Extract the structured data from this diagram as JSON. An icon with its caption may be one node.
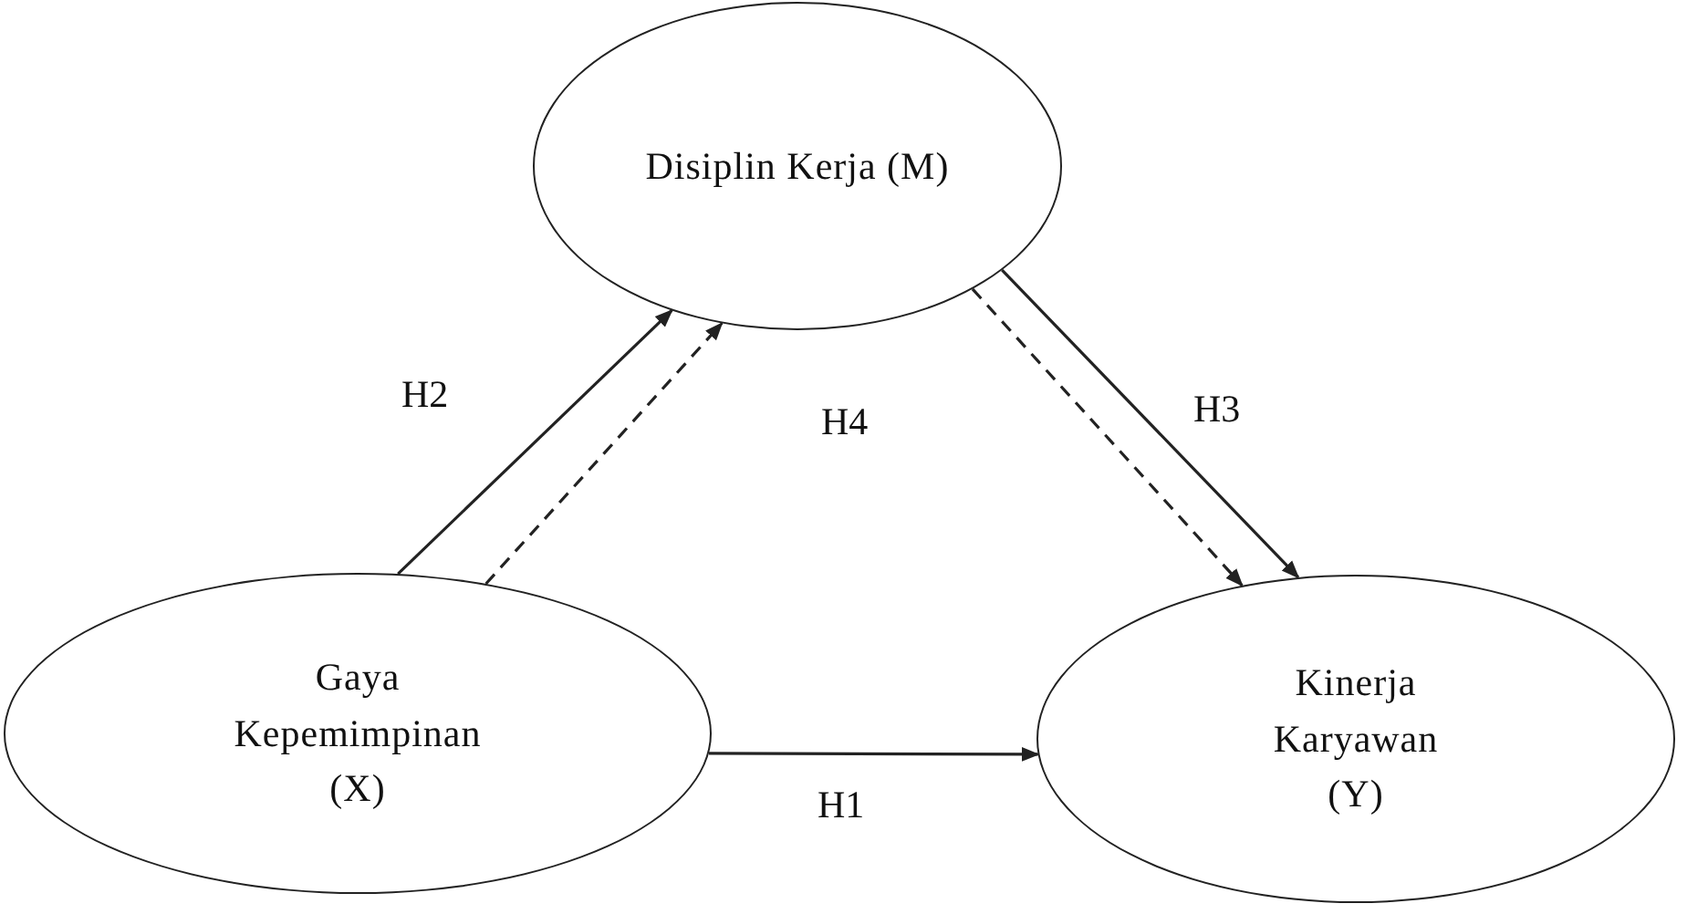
{
  "diagram": {
    "nodes": [
      {
        "text": [
          "Disiplin Kerja (M)"
        ]
      },
      {
        "text": [
          "Gaya Kepemimpinan (X)"
        ]
      },
      {
        "text": [
          "Kinerja Karyawan (Y)"
        ]
      }
    ],
    "edges": [
      {
        "from": 1,
        "to": 0,
        "arrow": "to",
        "label": "H2"
      },
      {
        "from": 1,
        "to": 0,
        "arrow": "to",
        "style": "dashed"
      },
      {
        "from": 0,
        "to": 2,
        "arrow": "to",
        "style": "dashed"
      },
      {
        "from": 0,
        "to": 2,
        "arrow": "to",
        "label": "H3"
      },
      {
        "from": 1,
        "to": 2,
        "arrow": "to",
        "label": "H1"
      }
    ],
    "labels": [
      "H4"
    ]
  }
}
